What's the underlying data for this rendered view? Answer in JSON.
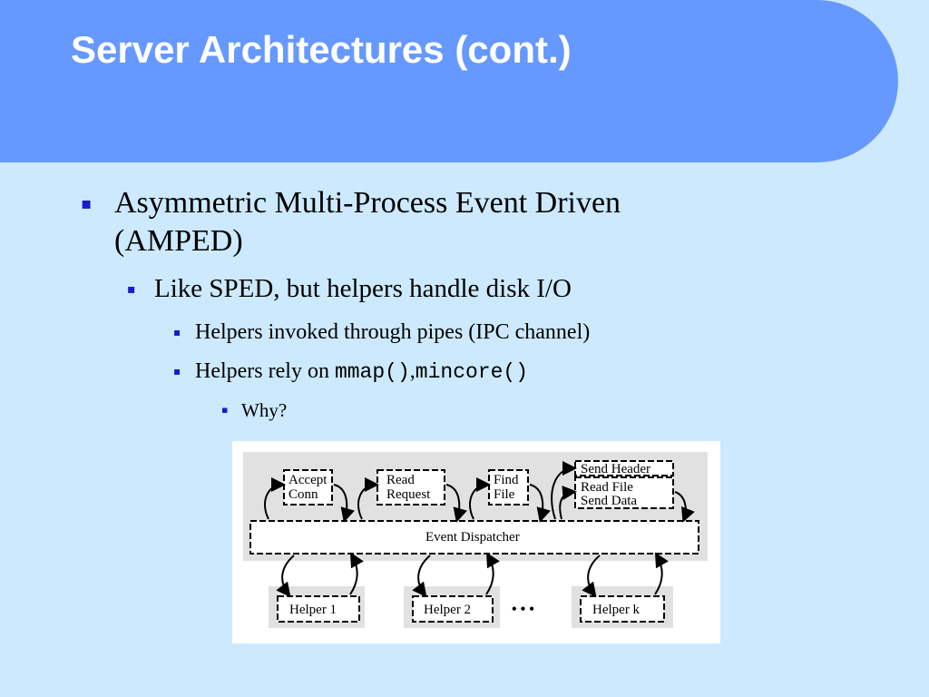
{
  "slide": {
    "title": "Server Architectures (cont.)",
    "bullets": {
      "l1": "Asymmetric Multi-Process Event Driven (AMPED)",
      "l1_line1": "Asymmetric Multi-Process Event Driven",
      "l1_line2": "(AMPED)",
      "l2": "Like SPED, but helpers handle disk I/O",
      "l3a": "Helpers invoked through pipes (IPC channel)",
      "l3b_text": "Helpers rely on ",
      "l3b_code1": "mmap()",
      "l3b_sep": ",",
      "l3b_code2": "mincore()",
      "l4": "Why?"
    },
    "bullet_marker": "▪"
  },
  "diagram": {
    "stages": [
      {
        "line1": "Accept",
        "line2": "Conn"
      },
      {
        "line1": "Read",
        "line2": "Request"
      },
      {
        "line1": "Find",
        "line2": "File"
      },
      {
        "line1": "Send Header",
        "line2": "Read File",
        "line3": "Send Data"
      }
    ],
    "dispatcher": "Event Dispatcher",
    "helpers": [
      "Helper 1",
      "Helper 2",
      "Helper k"
    ],
    "ellipsis": "• • •"
  }
}
